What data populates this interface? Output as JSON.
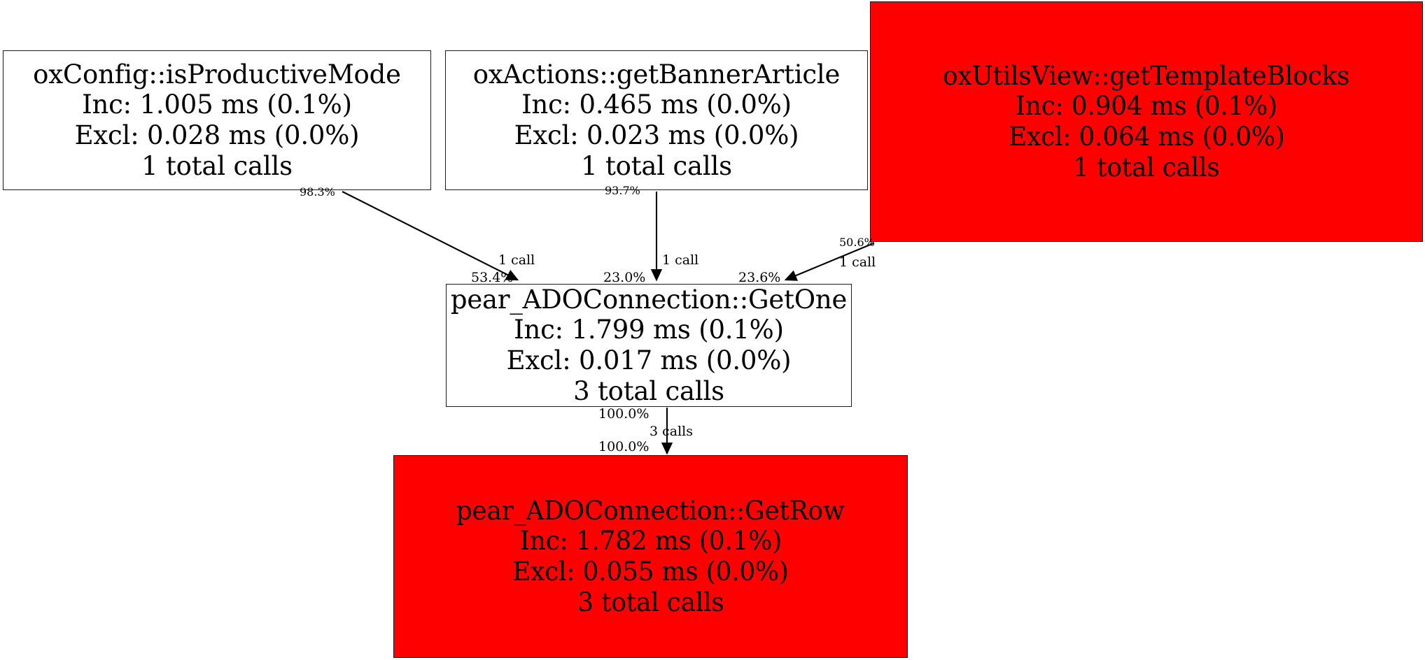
{
  "graph": {
    "type": "call-graph",
    "background": "#ffffff",
    "node_fill_highlight": "#ff0000",
    "node_fill_normal": "#ffffff",
    "node_border": "#000000",
    "text_color": "#000000"
  },
  "nodes": [
    {
      "id": "oxConfig_isProductiveMode",
      "title": "oxConfig::isProductiveMode",
      "inc": "Inc: 1.005 ms (0.1%)",
      "excl": "Excl: 0.028 ms (0.0%)",
      "calls": "1 total calls",
      "highlight": false
    },
    {
      "id": "oxActions_getBannerArticle",
      "title": "oxActions::getBannerArticle",
      "inc": "Inc: 0.465 ms (0.0%)",
      "excl": "Excl: 0.023 ms (0.0%)",
      "calls": "1 total calls",
      "highlight": false
    },
    {
      "id": "oxUtilsView_getTemplateBlocks",
      "title": "oxUtilsView::getTemplateBlocks",
      "inc": "Inc: 0.904 ms (0.1%)",
      "excl": "Excl: 0.064 ms (0.0%)",
      "calls": "1 total calls",
      "highlight": true
    },
    {
      "id": "pear_ADOConnection_GetOne",
      "title": "pear_ADOConnection::GetOne",
      "inc": "Inc: 1.799 ms (0.1%)",
      "excl": "Excl: 0.017 ms (0.0%)",
      "calls": "3 total calls",
      "highlight": false
    },
    {
      "id": "pear_ADOConnection_GetRow",
      "title": "pear_ADOConnection::GetRow",
      "inc": "Inc: 1.782 ms (0.1%)",
      "excl": "Excl: 0.055 ms (0.0%)",
      "calls": "3 total calls",
      "highlight": true
    }
  ],
  "edges": [
    {
      "id": "edge-isproductivemode-getone",
      "from": "oxConfig_isProductiveMode",
      "to": "pear_ADOConnection_GetOne",
      "tail_percent": "98.3%",
      "calls": "1 call",
      "head_percent": "53.4%"
    },
    {
      "id": "edge-getbannerarticle-getone",
      "from": "oxActions_getBannerArticle",
      "to": "pear_ADOConnection_GetOne",
      "tail_percent": "93.7%",
      "calls": "1 call",
      "head_percent": "23.0%"
    },
    {
      "id": "edge-gettemplateblocks-getone",
      "from": "oxUtilsView_getTemplateBlocks",
      "to": "pear_ADOConnection_GetOne",
      "tail_percent": "50.6%",
      "calls": "1 call",
      "head_percent": "23.6%"
    },
    {
      "id": "edge-getone-getrow",
      "from": "pear_ADOConnection_GetOne",
      "to": "pear_ADOConnection_GetRow",
      "tail_percent": "100.0%",
      "calls": "3 calls",
      "head_percent": "100.0%"
    }
  ]
}
